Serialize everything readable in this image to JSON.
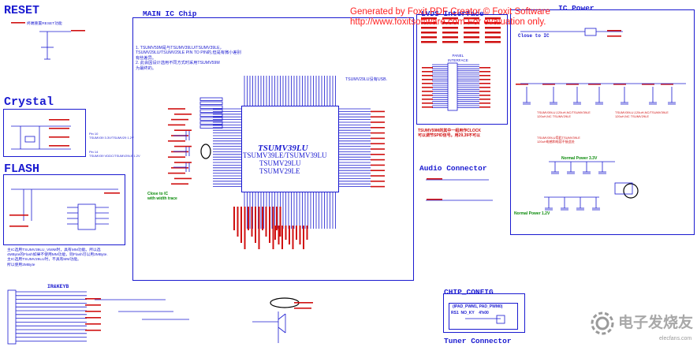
{
  "sections": {
    "reset": "RESET",
    "crystal": "Crystal",
    "flash": "FLASH",
    "main_ic": "MAIN IC Chip",
    "ic_power": "IC Power",
    "audio": "Audio Connector",
    "chip_config": "CHIP_CONFIG",
    "tuner": "Tuner Connector",
    "irkey": "IR&KEYB",
    "lvds": "LVDS Interface"
  },
  "watermark": {
    "line1": "Generated by Foxit PDF Creator © Foxit Software",
    "line2": "http://www.foxitsoftware.com   For evaluation only."
  },
  "chip": {
    "name": "TSUMV39LU",
    "variants": [
      "TSUMV39LE/TSUMV39LU",
      "TSUMV29LU",
      "TSUMV29LE"
    ]
  },
  "notes": {
    "main_note": "1. TSUMV59M是与TSUMV39LU/TSUMV39LE，\nTSUMV29LU/TSUMV29LE PIN TO PIN的,但是有微小差别\n有些差异。\n2. 此会因设计选用不同方式时采用TSUMV59M\n为最终的。",
    "usb_note": "TSUMV29LU没有USB.",
    "flash_note": "主IC选用TSUMV39LU_V59M时，具有MM功能。所以选\n4MByte的Flash如果不使用MM功能，则Flash可以用2MByte.\n主IC选用TSUMV29LU时，不具有MM功能。\n所以使用2MByte",
    "close_to_ic_main": "Close to IC\nwith width trace",
    "close_to_ic_power": "Close to IC",
    "normal_power_33": "Normal Power 3.3V",
    "normal_power_12": "Normal Power 1.2V",
    "crystal_pin10": "Pin 10\nTSUMV39 3.3V/TSUMV29 1.2V",
    "crystal_pin14": "Pin 14\nTSUMV39 VDDC/TSUMV29LE 1.2V",
    "lvds_clock": "TSUMV59M的其中一组用作CLOCK\n可以调节SPID信号。用29,39不可以",
    "panel_interface": "PANEL\nINTERFACE",
    "chip_config_inner": "(IPAD_PWM1, PAD_PWM0)",
    "chip_config_row": "RS1  NO_KY    4'h00",
    "reset_label": "终端重置RESET功能",
    "power_r1": "TSUMV39LU,120uH,NC/TSUMV39LE\n120uH,NC TSUMV29LE",
    "power_r2": "TSUMV39LU,120uH,NC/TSUMV39LE\n120uH,NC TSUMV29LE",
    "power_r3": "TSUMV39LU用此TSUMV39LE\n120uH电感和电容不接此处"
  },
  "brand": {
    "logo_text": "电子发烧友",
    "site": "elecfans.com"
  },
  "colors": {
    "wire": "#1a1ad0",
    "net": "#d01010",
    "green": "#0a8a0a",
    "watermark": "#ff2020"
  }
}
